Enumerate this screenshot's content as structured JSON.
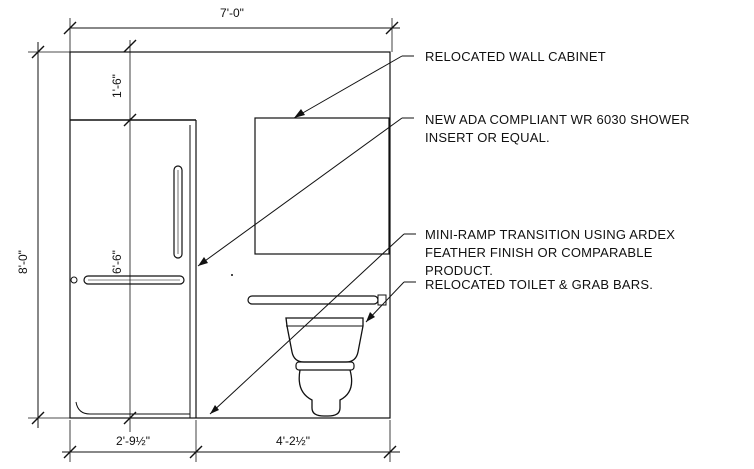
{
  "dimensions": {
    "overall_width": "7'-0\"",
    "overall_height": "8'-0\"",
    "top_to_shower": "1'-6\"",
    "shower_height": "6'-6\"",
    "shower_width": "2'-9½\"",
    "toilet_area_width": "4'-2½\""
  },
  "notes": {
    "wall_cabinet": "RELOCATED WALL CABINET",
    "shower_line1": "NEW ADA COMPLIANT WR 6030 SHOWER",
    "shower_line2": "INSERT OR EQUAL.",
    "ramp_line1": "MINI-RAMP TRANSITION USING ARDEX",
    "ramp_line2": "FEATHER FINISH OR COMPARABLE",
    "ramp_line3": "PRODUCT.",
    "toilet": "RELOCATED TOILET & GRAB BARS."
  }
}
